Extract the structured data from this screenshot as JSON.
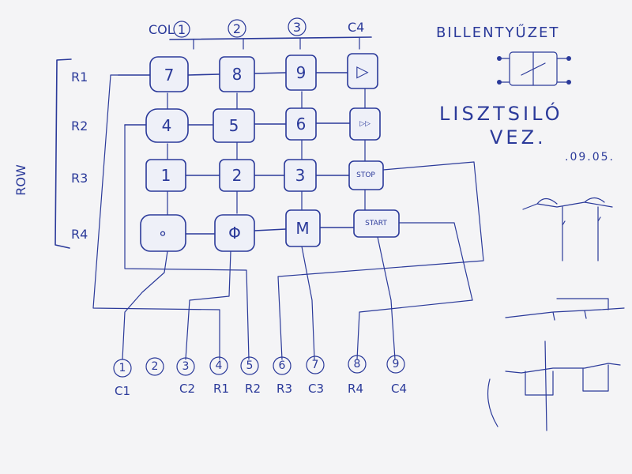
{
  "sheet": {
    "row_group_label": "ROW",
    "rows": [
      "R1",
      "R2",
      "R3",
      "R4"
    ],
    "col_prefix": "COL",
    "columns": [
      "1",
      "2",
      "3",
      "C4"
    ],
    "keys": [
      [
        "7",
        "8",
        "9",
        "▷"
      ],
      [
        "4",
        "5",
        "6",
        "▷▷"
      ],
      [
        "1",
        "2",
        "3",
        "STOP"
      ],
      [
        "∘",
        "Φ",
        "M",
        "START"
      ]
    ],
    "pins": [
      {
        "num": "1",
        "label": "C1"
      },
      {
        "num": "2",
        "label": ""
      },
      {
        "num": "3",
        "label": "C2"
      },
      {
        "num": "4",
        "label": "R1"
      },
      {
        "num": "5",
        "label": "R2"
      },
      {
        "num": "6",
        "label": "R3"
      },
      {
        "num": "7",
        "label": "C3"
      },
      {
        "num": "8",
        "label": "R4"
      },
      {
        "num": "9",
        "label": "C4"
      }
    ],
    "notes": {
      "title": "BILLENTYŰZET",
      "line1": "LISZTSILÓ",
      "line2": "VEZ.",
      "date": ".09.05."
    }
  },
  "colors": {
    "ink": "#2b3a9a",
    "paper": "#f4f4f6"
  }
}
